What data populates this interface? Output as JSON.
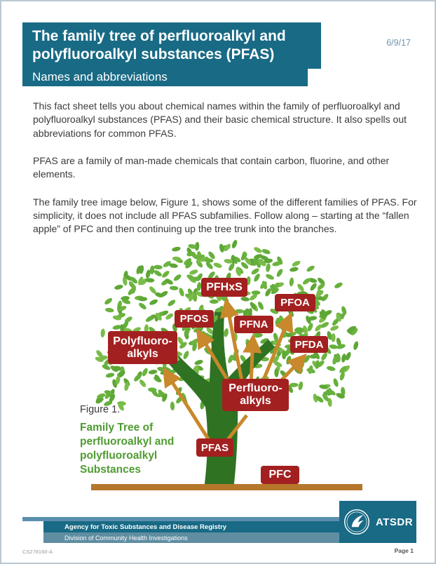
{
  "page": {
    "date": "6/9/17",
    "doc_number": "CS278160-A",
    "page_label": "Page 1"
  },
  "header": {
    "title_line1": "The family tree of perfluoroalkyl and",
    "title_line2": "polyfluoroalkyl substances (PFAS)",
    "subtitle": "Names and abbreviations"
  },
  "body": {
    "para1": "This fact sheet tells you about chemical names within the family of perfluoroalkyl and polyfluoroalkyl substances (PFAS) and their basic chemical structure. It also spells out abbreviations for common PFAS.",
    "para2": "PFAS are a family of man-made chemicals that contain carbon, fluorine, and other elements.",
    "para3": "The family tree image below, Figure 1, shows some of the different families of PFAS. For simplicity, it does not include all PFAS subfamilies. Follow along – starting at the “fallen apple” of PFC and then continuing up the tree trunk into the branches."
  },
  "figure": {
    "figure_label": "Figure 1.",
    "caption": "Family Tree of perfluoroalkyl and polyfluoroalkyl Substances",
    "leaf_palette": [
      "#6cb33f",
      "#5ea636",
      "#7abc49",
      "#65b03c"
    ],
    "nodes": {
      "pfhxs": {
        "label": "PFHxS"
      },
      "pfoa": {
        "label": "PFOA"
      },
      "pfos": {
        "label": "PFOS"
      },
      "pfna": {
        "label": "PFNA"
      },
      "pfda": {
        "label": "PFDA"
      },
      "polyfluoroalkyls": {
        "line1": "Polyfluoro-",
        "line2": "alkyls"
      },
      "perfluoroalkyls": {
        "line1": "Perfluoro-",
        "line2": "alkyls"
      },
      "pfas": {
        "label": "PFAS"
      },
      "pfc": {
        "label": "PFC"
      }
    }
  },
  "footer": {
    "agency": "Agency for Toxic Substances and Disease Registry",
    "division": "Division of Community Health Investigations",
    "logo_text": "ATSDR"
  },
  "colors": {
    "teal": "#186a85",
    "teal_light": "#5f8da1",
    "stripe_blue": "#5b8fae",
    "red": "#a32020",
    "green_trunk": "#2f7222",
    "green_caption": "#4f9b31",
    "orange_branch": "#c8882b",
    "brown_ground": "#b5772b",
    "text": "#3a3a3a",
    "date": "#7096ab"
  }
}
